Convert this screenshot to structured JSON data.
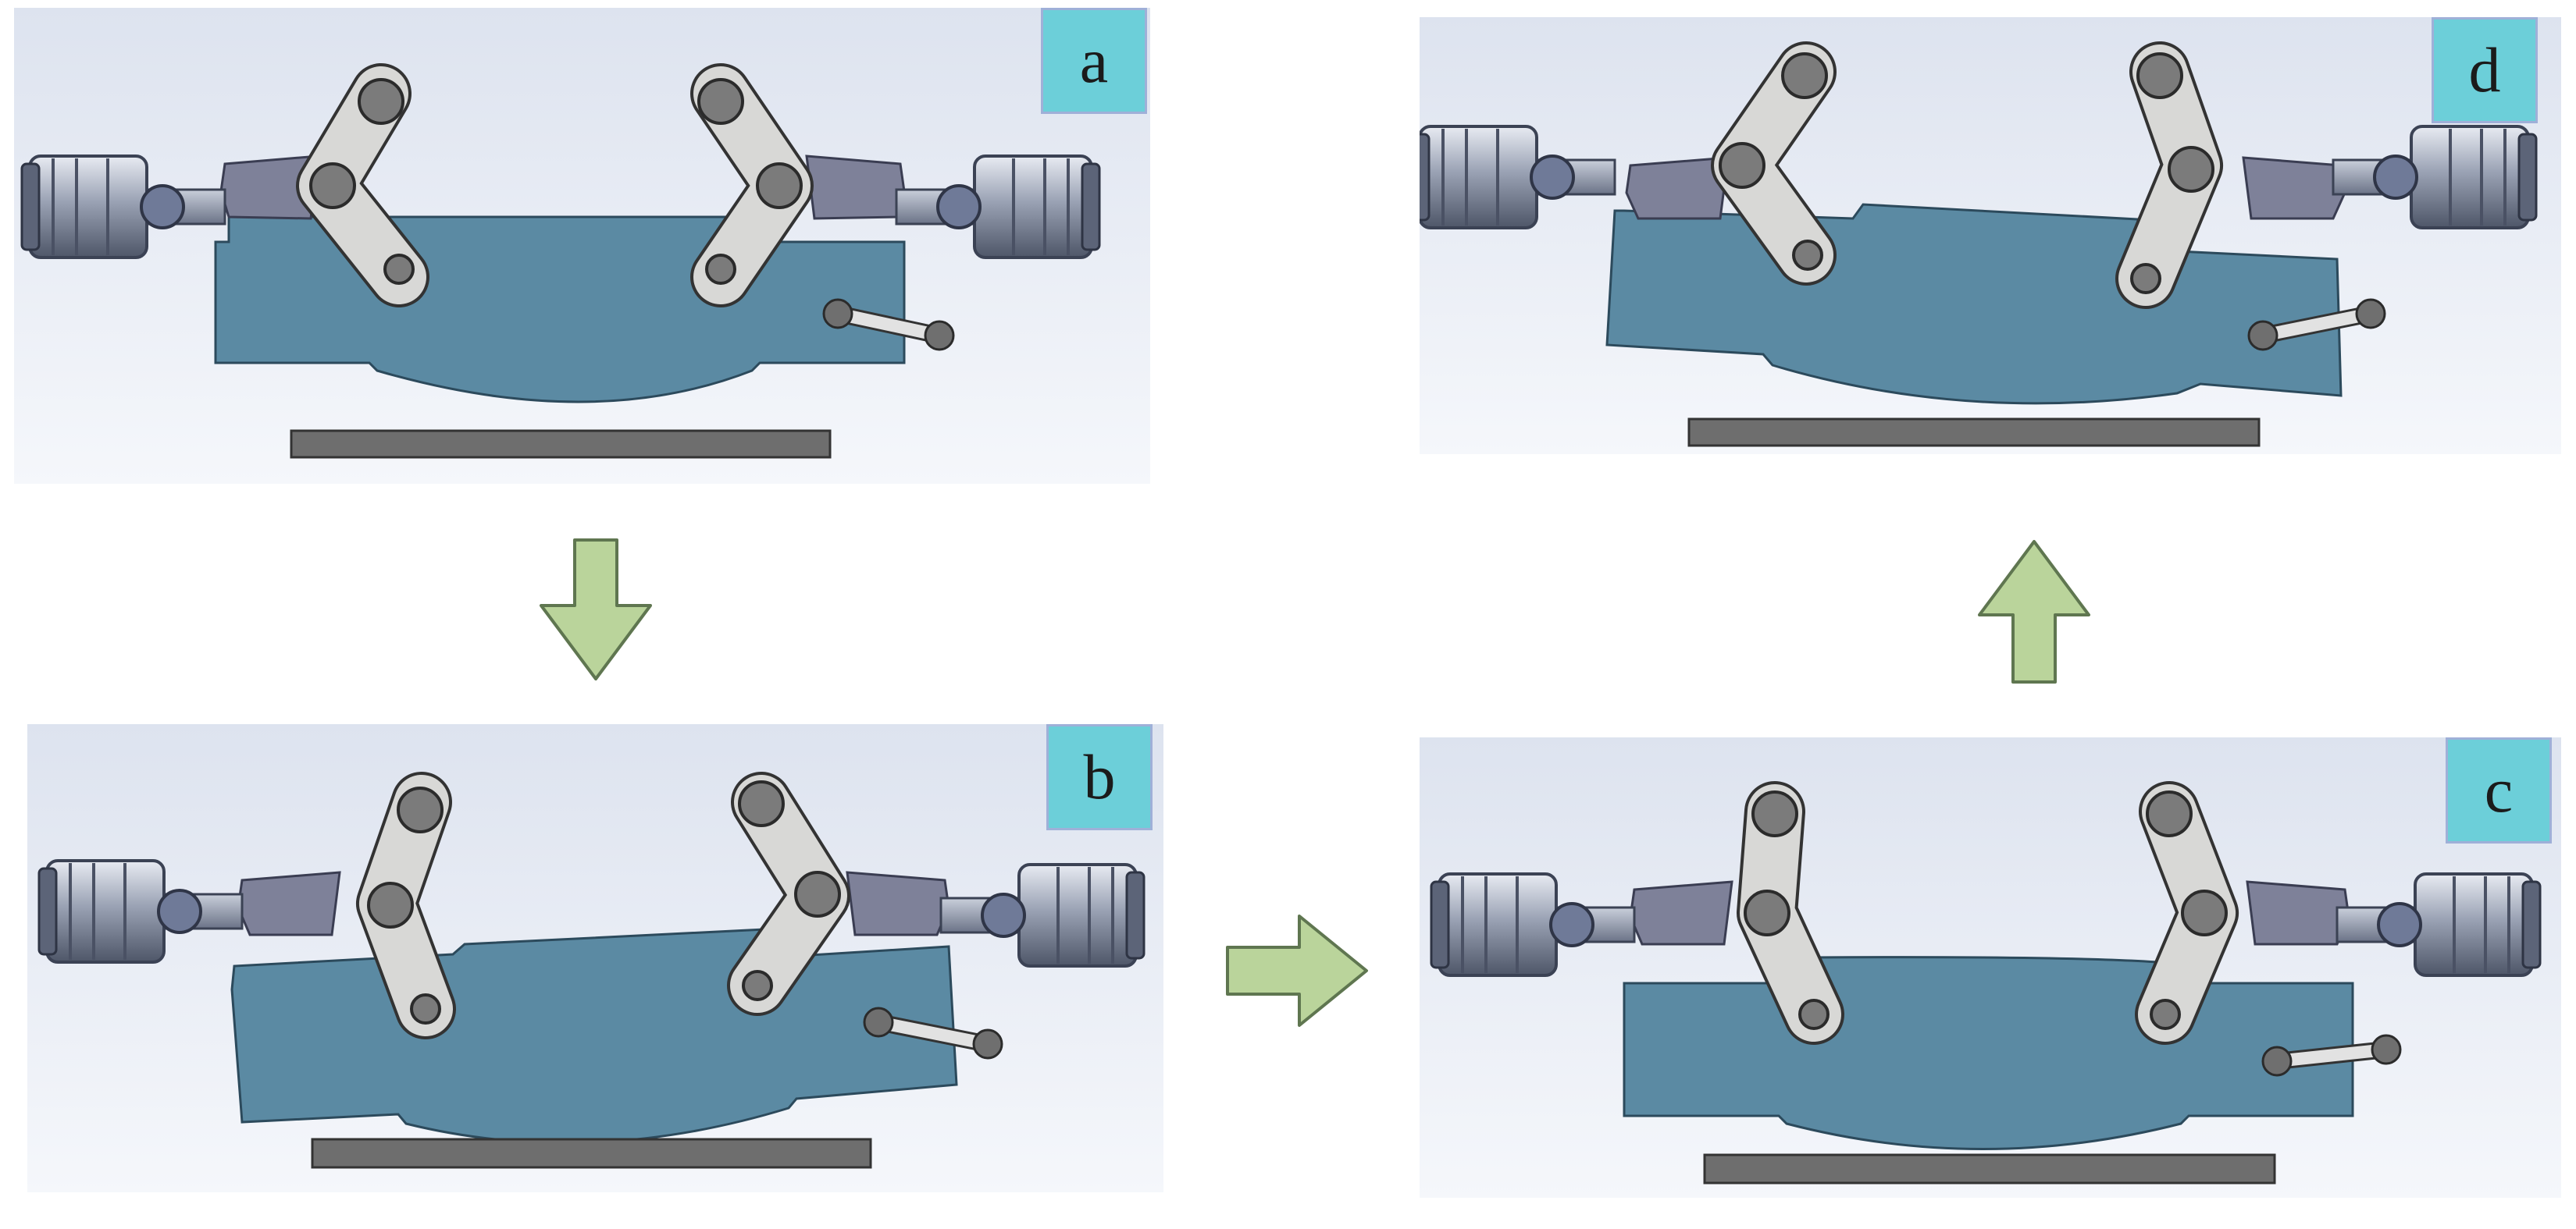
{
  "panels": [
    {
      "label": "a"
    },
    {
      "label": "b"
    },
    {
      "label": "c"
    },
    {
      "label": "d"
    }
  ],
  "colors": {
    "panel_background_top": "#dfe5f0",
    "panel_background_bottom": "#f4f6fa",
    "workpiece": "#5a8aa3",
    "arm": "#d7d7d5",
    "pin": "#7c7c7c",
    "bracket": "#7d8098",
    "cylinder": "#b3bac8",
    "platen": "#6d6d6d",
    "label_box": "#6ccfd9",
    "arrow_fill": "#b9d49a",
    "arrow_stroke": "#6a7f55"
  },
  "arrows": [
    "arrow-down",
    "arrow-right",
    "arrow-up"
  ]
}
